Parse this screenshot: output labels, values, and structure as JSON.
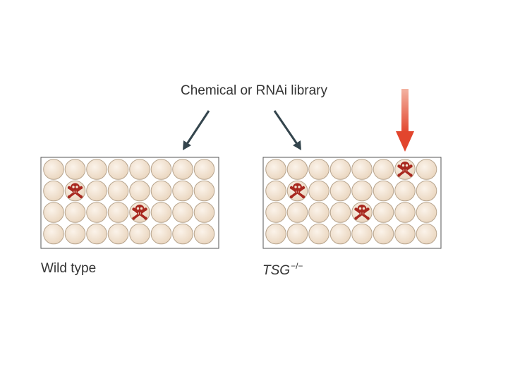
{
  "title": "Chemical or RNAi library",
  "panels": [
    {
      "label": "Wild type",
      "rows": 4,
      "cols": 8,
      "toxic_wells": [
        [
          1,
          1
        ],
        [
          2,
          4
        ]
      ]
    },
    {
      "label": "TSG",
      "label_superscript": "−/−",
      "rows": 4,
      "cols": 8,
      "toxic_wells": [
        [
          0,
          6
        ],
        [
          1,
          1
        ],
        [
          2,
          4
        ]
      ]
    }
  ],
  "colors": {
    "well_fill": "#f3e4d2",
    "well_stroke": "#b7a48d",
    "plate_border": "#555555",
    "arrow_dark": "#34454d",
    "arrow_red": "#e2452d",
    "skull": "#a8281f"
  },
  "icons": {
    "toxic_marker": "skull-crossbones-icon"
  }
}
